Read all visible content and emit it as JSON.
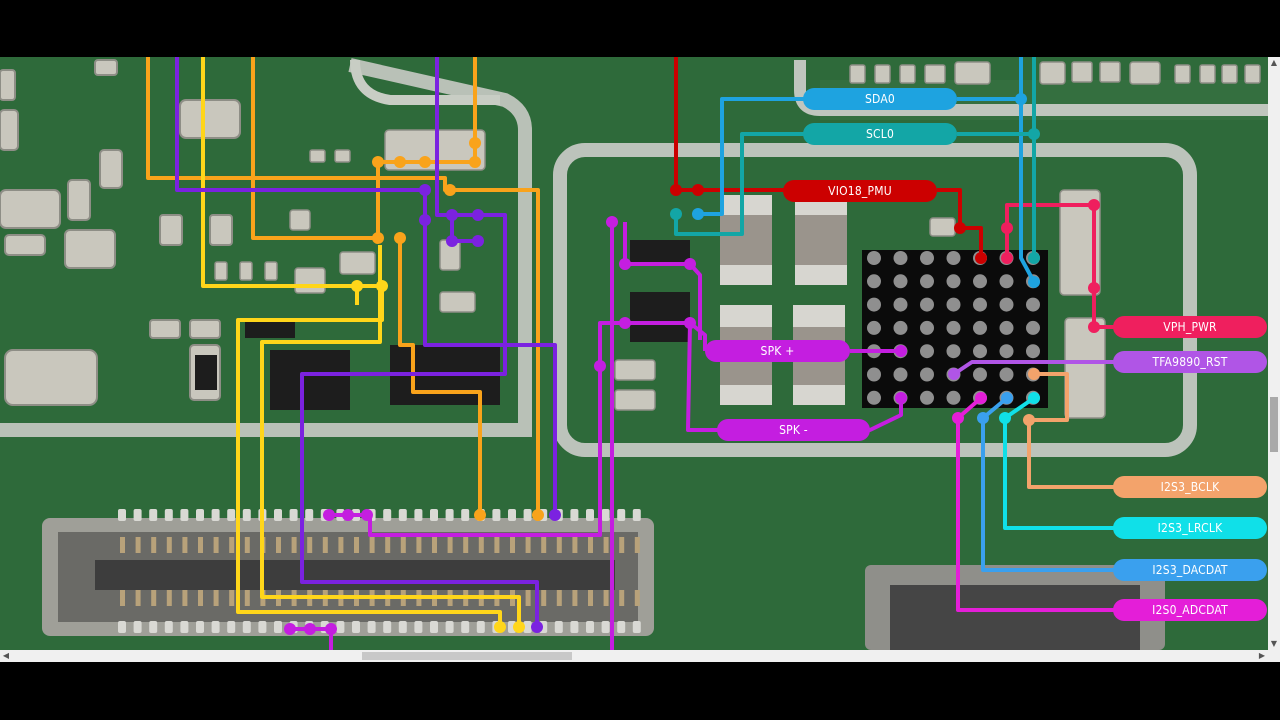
{
  "schematic": {
    "labels": [
      {
        "key": "sda0",
        "text": "SDA0",
        "color": "#1ea3e0"
      },
      {
        "key": "scl0",
        "text": "SCL0",
        "color": "#13a6a6"
      },
      {
        "key": "vio18_pmu",
        "text": "VIO18_PMU",
        "color": "#cc0000"
      },
      {
        "key": "vph_pwr",
        "text": "VPH_PWR",
        "color": "#ef1f5e"
      },
      {
        "key": "tfa9890_rst",
        "text": "TFA9890_RST",
        "color": "#b055e6"
      },
      {
        "key": "spk_plus",
        "text": "SPK +",
        "color": "#c41ee0"
      },
      {
        "key": "spk_minus",
        "text": "SPK -",
        "color": "#c41ee0"
      },
      {
        "key": "i2s3_bclk",
        "text": "I2S3_BCLK",
        "color": "#f3a36b"
      },
      {
        "key": "i2s3_lrclk",
        "text": "I2S3_LRCLK",
        "color": "#10e0e8"
      },
      {
        "key": "i2s3_dacdat",
        "text": "I2S3_DACDAT",
        "color": "#3aa0ee"
      },
      {
        "key": "i2s0_adcdat",
        "text": "I2S0_ADCDAT",
        "color": "#e41ed8"
      }
    ]
  },
  "scrollbar": {
    "up_arrow": "▲",
    "down_arrow": "▼",
    "left_arrow": "◀",
    "right_arrow": "▶"
  }
}
